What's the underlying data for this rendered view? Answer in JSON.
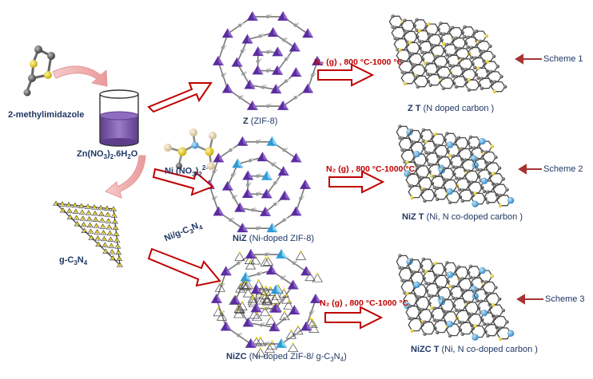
{
  "reagents": {
    "methylimidazole": "2-methylimidazole",
    "zinc_nitrate_main": "Zn(NO",
    "zinc_nitrate_sub1": "3",
    "zinc_nitrate_mid": ")",
    "zinc_nitrate_sub2": "2",
    "zinc_nitrate_tail": ".6H",
    "zinc_nitrate_sub3": "2",
    "zinc_nitrate_end": "O",
    "nickel_nitrate_main": "Ni (NO",
    "nickel_nitrate_sub1": "3",
    "nickel_nitrate_mid": ")",
    "nickel_nitrate_sub2": "2",
    "nickel_nitrate_sup": "2-",
    "gcn_main": "g-C",
    "gcn_sub1": "3",
    "gcn_mid": "N",
    "gcn_sub2": "4",
    "ni_gcn_main": "Ni/g-C",
    "ni_gcn_sub1": "3",
    "ni_gcn_mid": "N",
    "ni_gcn_sub2": "4"
  },
  "products": {
    "z_code": "Z",
    "z_desc": " (ZIF-8)",
    "niz_code": "NiZ",
    "niz_desc": " (Ni-doped ZIF-8)",
    "nizc_code": "NiZC",
    "nizc_desc": " (Ni-doped ZIF-8/ g-C",
    "nizc_sub1": "3",
    "nizc_mid": "N",
    "nizc_sub2": "4",
    "nizc_end": ")",
    "zt_code": "Z T",
    "zt_desc": " (N doped carbon )",
    "nizt_code": "NiZ T",
    "nizt_desc": " (Ni, N co-doped carbon )",
    "nizct_code": "NiZC T",
    "nizct_desc": " (Ni, N co-doped carbon )"
  },
  "conditions": {
    "condition_1": "N₂ (g) , 800 °C-1000 °C",
    "condition_2": "N₂ (g) , 800 °C-1000 °C",
    "condition_3": "N₂ (g) , 800 °C-1000 °C"
  },
  "schemes": {
    "scheme_1": "Scheme 1",
    "scheme_2": "Scheme 2",
    "scheme_3": "Scheme 3"
  },
  "colors": {
    "arrow_outline": "#c00000",
    "pink_arrow": "#f4b6b6",
    "beaker_liquid": "#7b5aa6",
    "zif_purple": "#5b2c9f",
    "ni_blue": "#2e9bd6",
    "sulfur_yellow": "#e8d21c",
    "carbon_grey": "#555555",
    "label_blue": "#1f3864",
    "condition_red": "#c00000"
  }
}
